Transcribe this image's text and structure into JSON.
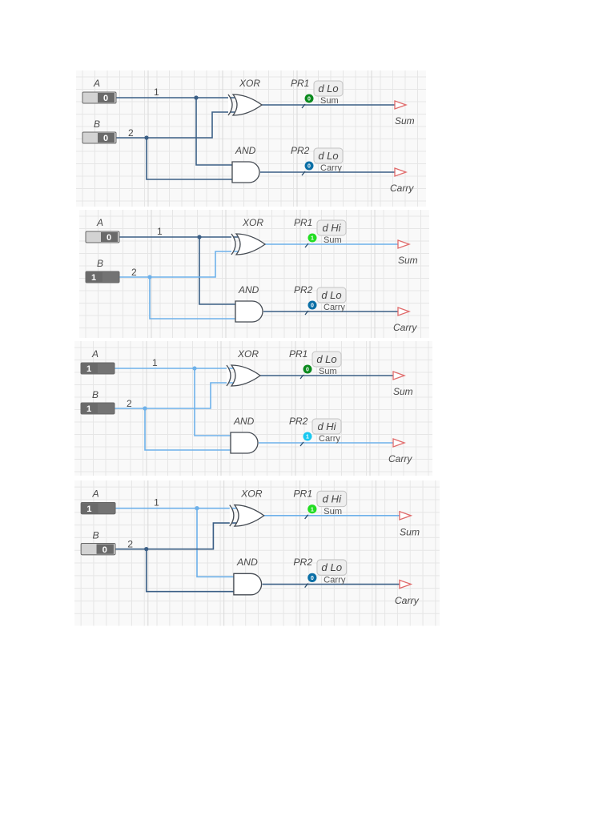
{
  "labels": {
    "input_a": "A",
    "input_b": "B",
    "wire_1": "1",
    "wire_2": "2",
    "xor_gate": "XOR",
    "and_gate": "AND",
    "probe_1": "PR1",
    "probe_2": "PR2",
    "probe_1_under": "Sum",
    "probe_2_under": "Carry",
    "output_sum": "Sum",
    "output_carry": "Carry"
  },
  "colors": {
    "wire_low": "#3b5f86",
    "wire_high": "#6eb1ea",
    "switch_low_body": "#d3d3d3",
    "switch_high_body": "#737373",
    "switch_knob": "#6a6a6a",
    "probe_low_sum": "#0b8a1e",
    "probe_high_sum": "#22dd22",
    "probe_low_carry": "#0b6fa6",
    "probe_high_carry": "#19c8f0",
    "output_arrow": "#e06a6a"
  },
  "panels": [
    {
      "a": "0",
      "b": "0",
      "sum": "0",
      "carry": "0",
      "sum_tooltip": "d Lo",
      "carry_tooltip": "d Lo"
    },
    {
      "a": "0",
      "b": "1",
      "sum": "1",
      "carry": "0",
      "sum_tooltip": "d Hi",
      "carry_tooltip": "d Lo"
    },
    {
      "a": "1",
      "b": "1",
      "sum": "0",
      "carry": "1",
      "sum_tooltip": "d Lo",
      "carry_tooltip": "d Hi"
    },
    {
      "a": "1",
      "b": "0",
      "sum": "1",
      "carry": "0",
      "sum_tooltip": "d Hi",
      "carry_tooltip": "d Lo"
    }
  ]
}
